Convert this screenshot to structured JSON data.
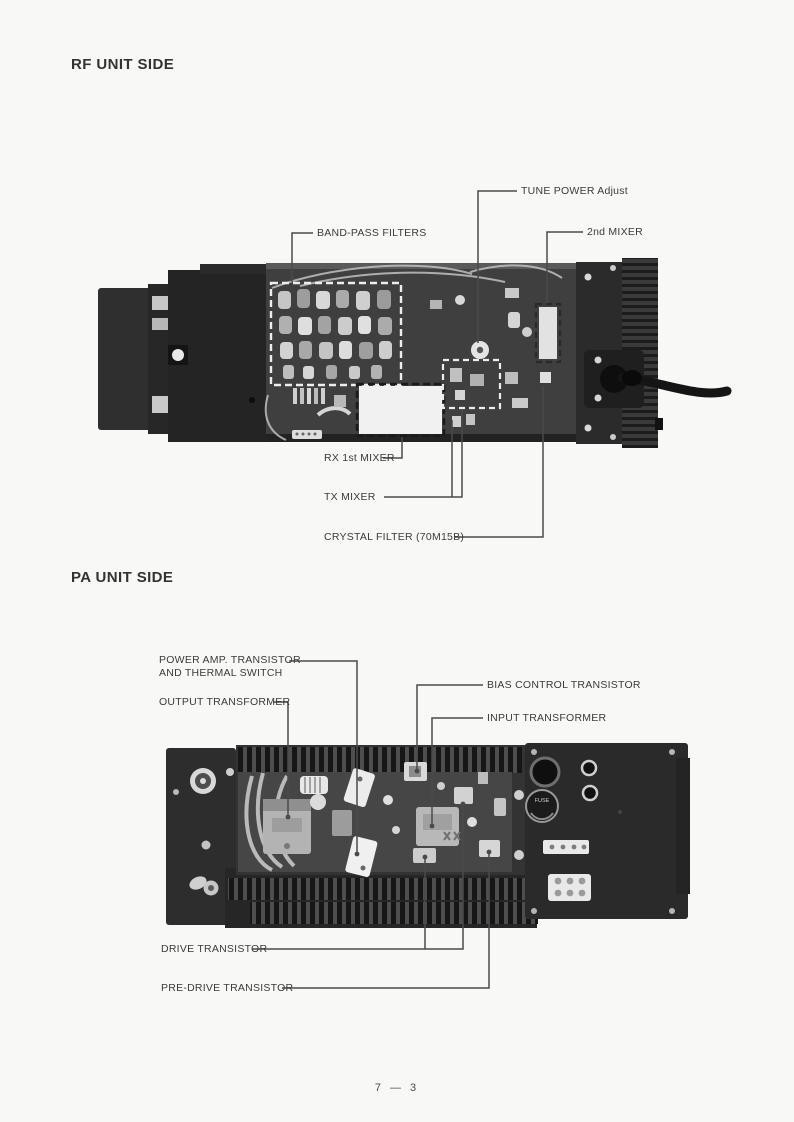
{
  "rf_section": {
    "heading": "RF UNIT SIDE",
    "labels": {
      "tune_power_adjust": "TUNE POWER Adjust",
      "band_pass_filters": "BAND-PASS FILTERS",
      "second_mixer": "2nd MIXER",
      "rx_1st_mixer": "RX 1st MIXER",
      "tx_mixer": "TX MIXER",
      "crystal_filter": "CRYSTAL FILTER (70M15B)"
    }
  },
  "pa_section": {
    "heading": "PA UNIT SIDE",
    "labels": {
      "power_amp_transistor_line1": "POWER AMP. TRANSISTOR",
      "power_amp_transistor_line2": "AND THERMAL SWITCH",
      "output_transformer": "OUTPUT TRANSFORMER",
      "bias_control_transistor": "BIAS CONTROL TRANSISTOR",
      "input_transformer": "INPUT TRANSFORMER",
      "drive_transistor": "DRIVE TRANSISTOR",
      "pre_drive_transistor": "PRE-DRIVE TRANSISTOR"
    },
    "photo_text": {
      "fuse_marking": "FUSE"
    }
  },
  "footer": {
    "page_number": "7 — 3"
  },
  "colors": {
    "paper": "#f8f8f6",
    "ink": "#3b3b3b",
    "leader_line": "#4a4a4a",
    "dashed_outline_light": "#ededed",
    "dashed_outline_dark": "#1a1a1a"
  }
}
